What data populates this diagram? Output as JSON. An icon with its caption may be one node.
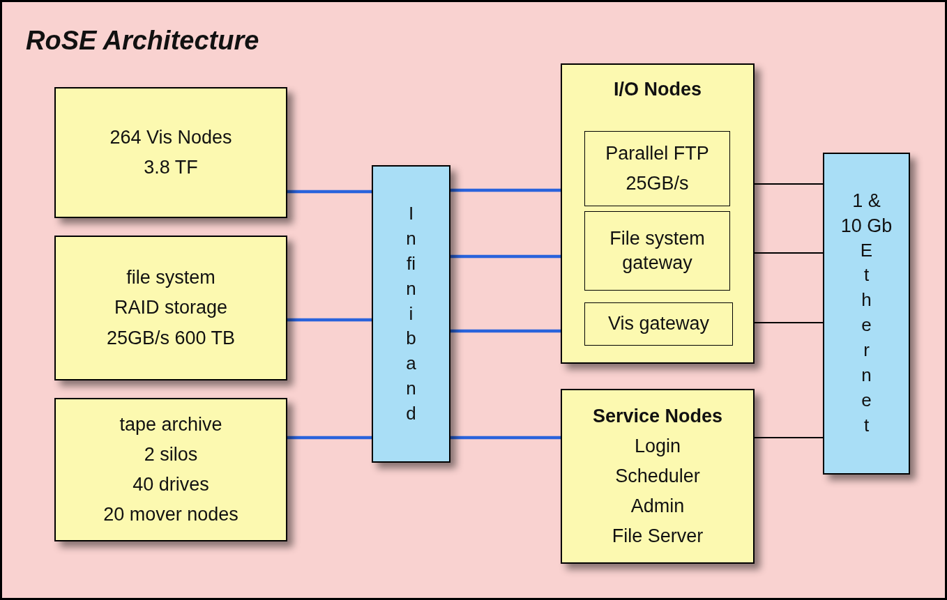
{
  "diagram": {
    "title": "RoSE Architecture",
    "nodes": [
      {
        "text": [
          "264 Vis Nodes",
          "3.8 TF"
        ]
      },
      {
        "text": [
          "file system",
          "RAID storage",
          "25GB/s 600 TB"
        ]
      },
      {
        "text": [
          "tape archive",
          "2 silos",
          "40 drives",
          "20 mover nodes"
        ]
      },
      {
        "text": [
          "Infiniband"
        ]
      },
      {
        "text": [
          "I/O Nodes"
        ]
      },
      {
        "text": [
          "Parallel FTP",
          "25GB/s"
        ],
        "in": 4
      },
      {
        "text": [
          "File system gateway"
        ],
        "in": 4
      },
      {
        "text": [
          "Vis gateway"
        ],
        "in": 4
      },
      {
        "text": [
          "Service Nodes",
          "Login",
          "Scheduler",
          "Admin",
          "File Server"
        ]
      },
      {
        "text": [
          "1 &",
          "10 Gb",
          "Ethernet"
        ]
      }
    ],
    "edges": [
      {
        "from": 0,
        "to": 3,
        "arrow": "none"
      },
      {
        "from": 1,
        "to": 3,
        "arrow": "none"
      },
      {
        "from": 2,
        "to": 3,
        "arrow": "none"
      },
      {
        "from": 3,
        "to": 5,
        "arrow": "none"
      },
      {
        "from": 3,
        "to": 6,
        "arrow": "none"
      },
      {
        "from": 3,
        "to": 7,
        "arrow": "none"
      },
      {
        "from": 3,
        "to": 8,
        "arrow": "none"
      },
      {
        "from": 5,
        "to": 9,
        "arrow": "none",
        "color": "#000000"
      },
      {
        "from": 6,
        "to": 9,
        "arrow": "none",
        "color": "#000000"
      },
      {
        "from": 7,
        "to": 9,
        "arrow": "none",
        "color": "#000000"
      },
      {
        "from": 8,
        "to": 9,
        "arrow": "none",
        "color": "#000000"
      }
    ]
  }
}
